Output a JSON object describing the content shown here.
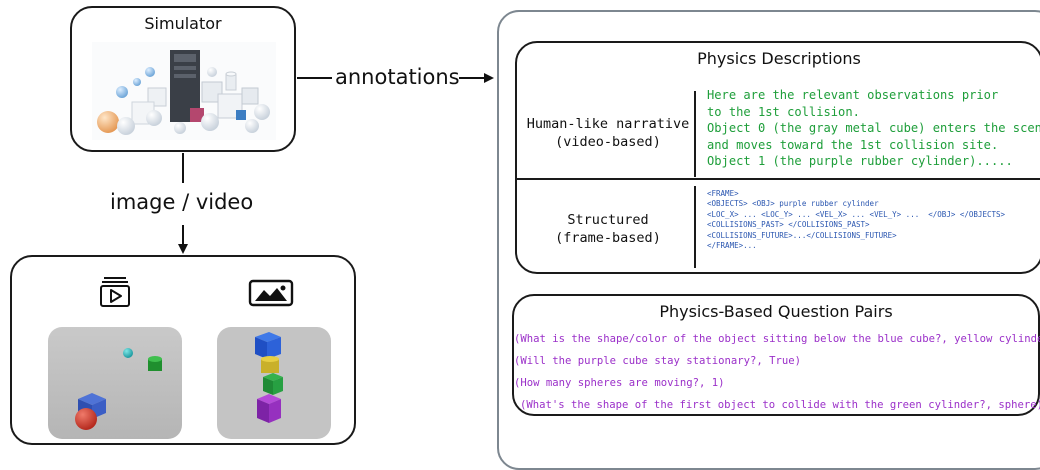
{
  "simulator": {
    "title": "Simulator"
  },
  "arrows": {
    "annotations": "annotations",
    "image_video": "image / video"
  },
  "output": {
    "video_icon": "video-icon",
    "image_icon": "image-icon"
  },
  "physics_descriptions": {
    "title": "Physics Descriptions",
    "rows": [
      {
        "label": "Human-like narrative\n(video-based)",
        "content": "Here are the relevant observations prior\nto the 1st collision.\nObject 0 (the gray metal cube) enters the scene\nand moves toward the 1st collision site.\nObject 1 (the purple rubber cylinder)....."
      },
      {
        "label": "Structured\n(frame-based)",
        "content": "<FRAME>\n<OBJECTS> <OBJ> purple rubber cylinder\n<LOC_X> ... <LOC_Y> ... <VEL_X> ... <VEL_Y> ...  </OBJ> </OBJECTS>\n<COLLISIONS_PAST> </COLLISIONS_PAST>\n<COLLISIONS_FUTURE>...</COLLISIONS_FUTURE>\n</FRAME>..."
      }
    ]
  },
  "question_pairs": {
    "title": "Physics-Based Question Pairs",
    "items": [
      "(What is the shape/color of the object sitting below the blue cube?, yellow cylinder)",
      "(Will the purple cube stay stationary?, True)",
      "(How many spheres are moving?, 1)",
      "(What's the shape of the first object to collide with the green cylinder?, sphere)"
    ]
  },
  "colors": {
    "narrative_text": "#1e9e3a",
    "structured_text": "#2a56b0",
    "question_text": "#9b30c9",
    "outer_border": "#7d8790"
  }
}
